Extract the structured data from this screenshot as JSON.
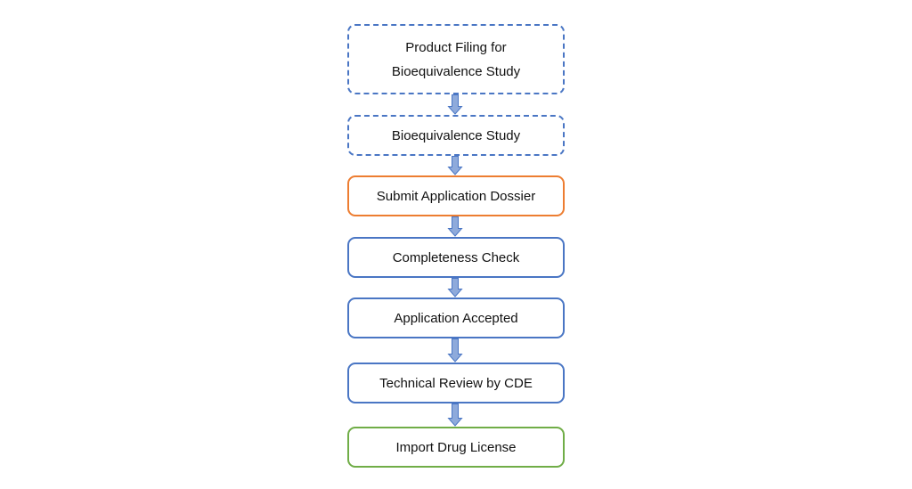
{
  "flowchart": {
    "steps": [
      {
        "label_lines": [
          "Product Filing for",
          "Bioequivalence Study"
        ],
        "style": "dashed"
      },
      {
        "label": "Bioequivalence Study",
        "style": "dashed"
      },
      {
        "label": "Submit Application Dossier",
        "style": "solid-orange"
      },
      {
        "label": "Completeness Check",
        "style": "solid-blue"
      },
      {
        "label": "Application Accepted",
        "style": "solid-blue"
      },
      {
        "label": "Technical Review by CDE",
        "style": "solid-blue"
      },
      {
        "label": "Import Drug License",
        "style": "solid-green"
      }
    ],
    "colors": {
      "blue_border": "#4a76c4",
      "orange_border": "#ed7d31",
      "green_border": "#70ad47",
      "arrow_fill": "#8eaadb",
      "arrow_stroke": "#4a76c4"
    }
  }
}
